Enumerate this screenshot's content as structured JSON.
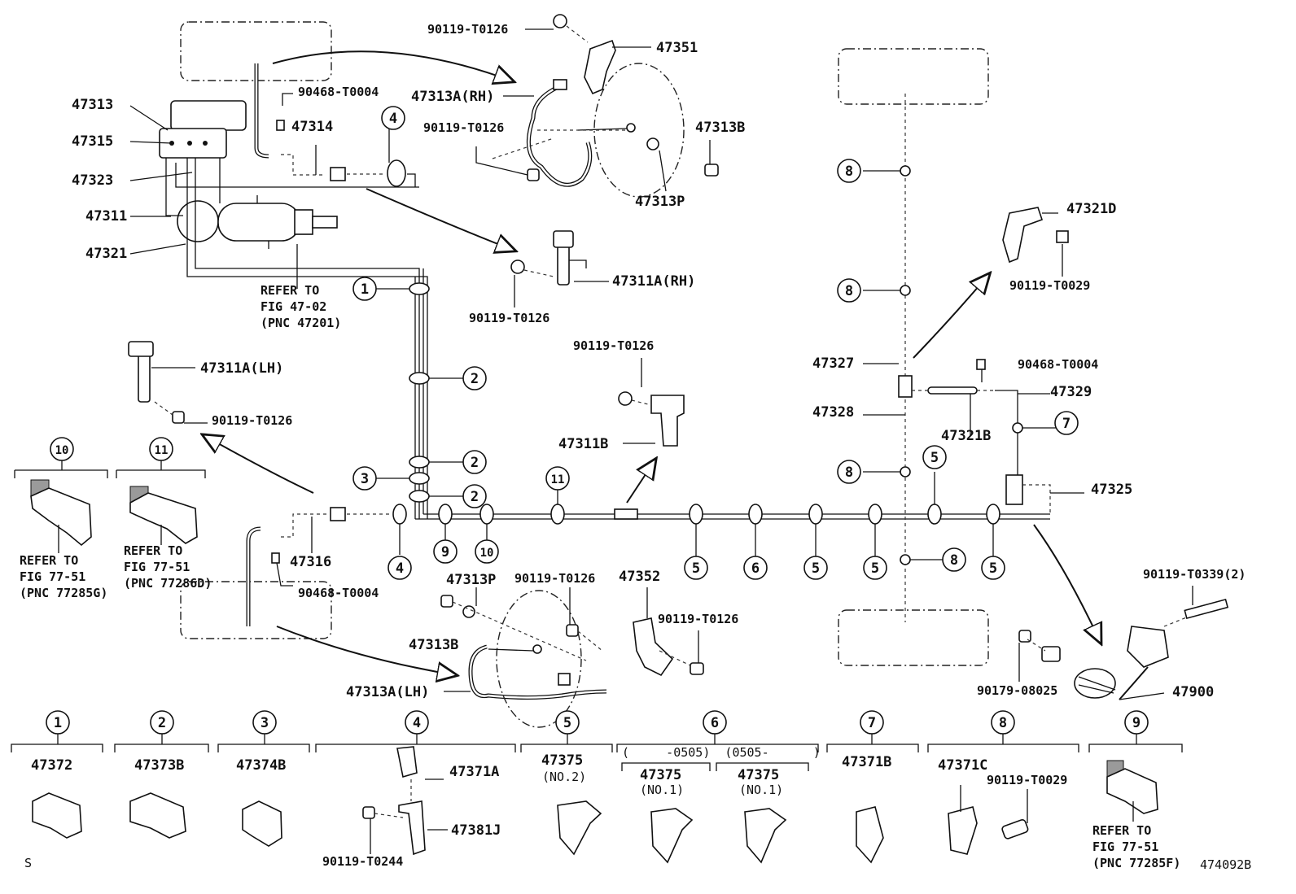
{
  "diagram_id": "474092B",
  "corner_mark": "S",
  "labels": {
    "p47313": "47313",
    "p47315": "47315",
    "p47323": "47323",
    "p47311": "47311",
    "p47321": "47321",
    "p47314": "47314",
    "p47316": "47316",
    "p90468_top": "90468-T0004",
    "p90468_bot": "90468-T0004",
    "p90468_right": "90468-T0004",
    "p90119_t0126_a": "90119-T0126",
    "p47351": "47351",
    "p47313a_rh": "47313A(RH)",
    "p90119_t0126_b": "90119-T0126",
    "p47313b_top": "47313B",
    "p47313p_top": "47313P",
    "p47311a_rh": "47311A(RH)",
    "p90119_t0126_c": "90119-T0126",
    "refer_47_1": "REFER TO",
    "refer_47_2": "FIG 47-02",
    "refer_47_3": "(PNC 47201)",
    "p47311a_lh": "47311A(LH)",
    "p90119_t0126_d": "90119-T0126",
    "p90119_t0126_e": "90119-T0126",
    "p47311b": "47311B",
    "p47321d": "47321D",
    "p90119_t0029_a": "90119-T0029",
    "p47327": "47327",
    "p47328": "47328",
    "p47329": "47329",
    "p47321b": "47321B",
    "p47325": "47325",
    "p47313p_bot": "47313P",
    "p90119_t0126_f": "90119-T0126",
    "p47352": "47352",
    "p90119_t0126_g": "90119-T0126",
    "p47313b_bot": "47313B",
    "p47313a_lh": "47313A(LH)",
    "p90119_t0339": "90119-T0339(2)",
    "p90179": "90179-08025",
    "p47900": "47900",
    "ref10_1": "REFER TO",
    "ref10_2": "FIG 77-51",
    "ref10_3": "(PNC 77285G)",
    "ref11_1": "REFER TO",
    "ref11_2": "FIG 77-51",
    "ref11_3": "(PNC 77286D)"
  },
  "legend": {
    "c1_num": "1",
    "c1_part": "47372",
    "c2_num": "2",
    "c2_part": "47373B",
    "c3_num": "3",
    "c3_part": "47374B",
    "c4_num": "4",
    "c4_part_a": "47371A",
    "c4_part_b": "47381J",
    "c4_bolt": "90119-T0244",
    "c5_num": "5",
    "c5_part": "47375",
    "c5_sub": "(NO.2)",
    "c6_num": "6",
    "c6_range": "(     -0505)  (0505-      )",
    "c6_part_a": "47375",
    "c6_sub_a": "(NO.1)",
    "c6_part_b": "47375",
    "c6_sub_b": "(NO.1)",
    "c7_num": "7",
    "c7_part": "47371B",
    "c8_num": "8",
    "c8_part": "47371C",
    "c8_bolt": "90119-T0029",
    "c9_num": "9",
    "c9_ref1": "REFER TO",
    "c9_ref2": "FIG 77-51",
    "c9_ref3": "(PNC 77285F)"
  },
  "callouts": {
    "n1": "1",
    "n2a": "2",
    "n2b": "2",
    "n2c": "2",
    "n3": "3",
    "n4a": "4",
    "n4b": "4",
    "n5a": "5",
    "n5b": "5",
    "n5c": "5",
    "n5d": "5",
    "n5e": "5",
    "n6": "6",
    "n7": "7",
    "n8a": "8",
    "n8b": "8",
    "n8c": "8",
    "n8d": "8",
    "n9": "9",
    "n10": "10",
    "n11": "11",
    "n10top": "10",
    "n11top": "11"
  }
}
